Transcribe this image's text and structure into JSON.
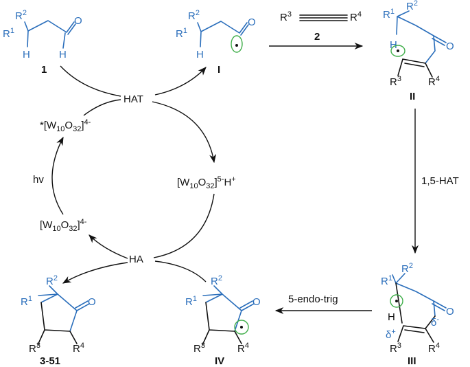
{
  "colors": {
    "molecule": "#2a6ebb",
    "text": "#111111",
    "orbital_lobe": "#3fae49",
    "background": "#ffffff"
  },
  "compounds": {
    "c1": {
      "label": "1",
      "r1": "R",
      "r1_sup": "1",
      "r2": "R",
      "r2_sup": "2",
      "h1": "H",
      "h2": "H",
      "o": "O"
    },
    "cI": {
      "label": "I",
      "r1": "R",
      "r1_sup": "1",
      "r2": "R",
      "r2_sup": "2",
      "h1": "H",
      "o": "O"
    },
    "c2": {
      "label": "2",
      "r3": "R",
      "r3_sup": "3",
      "r4": "R",
      "r4_sup": "4"
    },
    "cII": {
      "label": "II",
      "r1": "R",
      "r1_sup": "1",
      "r2": "R",
      "r2_sup": "2",
      "r3": "R",
      "r3_sup": "3",
      "r4": "R",
      "r4_sup": "4",
      "h": "H",
      "o": "O"
    },
    "cIII": {
      "label": "III",
      "r1": "R",
      "r1_sup": "1",
      "r2": "R",
      "r2_sup": "2",
      "r3": "R",
      "r3_sup": "3",
      "r4": "R",
      "r4_sup": "4",
      "h": "H",
      "o": "O",
      "delta_plus": "δ",
      "delta_plus_sup": "+",
      "delta_minus": "δ",
      "delta_minus_sup": "-"
    },
    "cIV": {
      "label": "IV",
      "r1": "R",
      "r1_sup": "1",
      "r2": "R",
      "r2_sup": "2",
      "r3": "R",
      "r3_sup": "3",
      "r4": "R",
      "r4_sup": "4",
      "o": "O"
    },
    "c351": {
      "label": "3-51",
      "r1": "R",
      "r1_sup": "1",
      "r2": "R",
      "r2_sup": "2",
      "r3": "R",
      "r3_sup": "3",
      "r4": "R",
      "r4_sup": "4",
      "o": "O"
    }
  },
  "cycle": {
    "hat": "HAT",
    "ha": "HA",
    "hv": "hv",
    "excited_catalyst": {
      "prefix": "*[W",
      "sub1": "10",
      "mid": "O",
      "sub2": "32",
      "close": "]",
      "sup": "4-"
    },
    "reduced_catalyst": {
      "prefix": "[W",
      "sub1": "10",
      "mid": "O",
      "sub2": "32",
      "close": "]",
      "sup": "5-",
      "tail": "H",
      "tail_sup": "+"
    },
    "ground_catalyst": {
      "prefix": "[W",
      "sub1": "10",
      "mid": "O",
      "sub2": "32",
      "close": "]",
      "sup": "4-"
    }
  },
  "steps": {
    "hat_15": "1,5-HAT",
    "endo_trig": "5-endo-trig"
  }
}
